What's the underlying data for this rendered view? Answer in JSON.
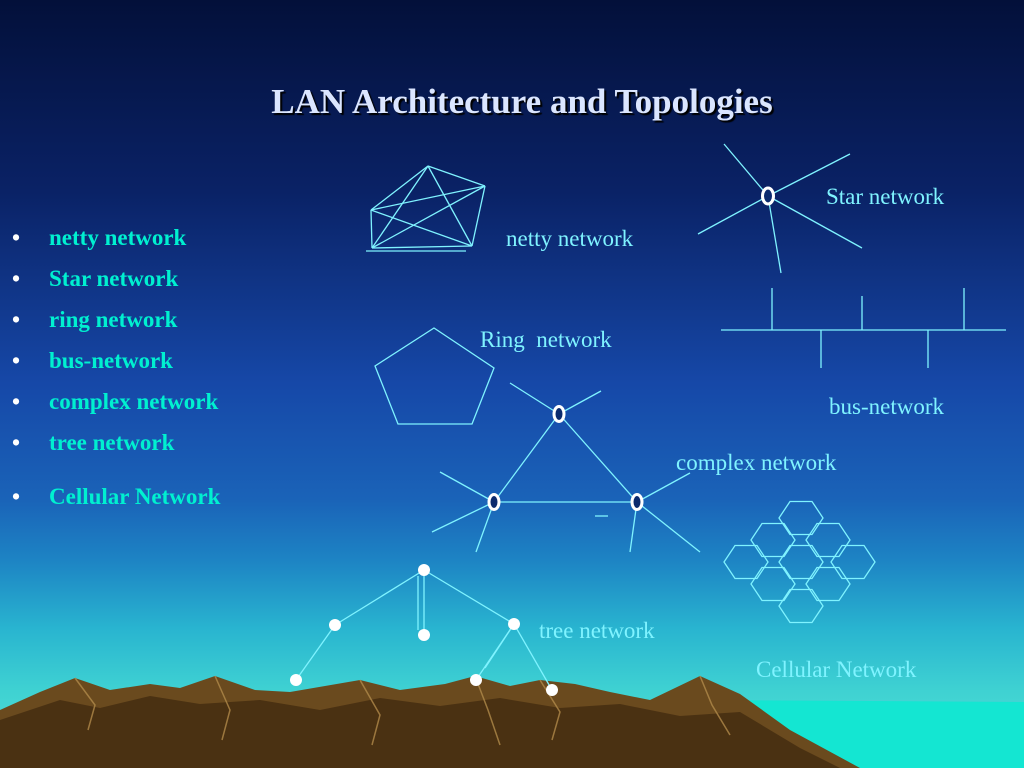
{
  "title": "LAN Architecture and Topologies",
  "bullets": [
    "netty network",
    "Star network",
    "ring network",
    "bus-network",
    "complex network",
    "tree network",
    "Cellular Network"
  ],
  "labels": {
    "netty": "netty network",
    "star": "Star network",
    "ring": "Ring  network",
    "bus": "bus-network",
    "complex": "complex network",
    "tree": "tree network",
    "cellular": "Cellular Network"
  },
  "colors": {
    "line": "#7ff3ff",
    "label": "#7ff3ff",
    "bullet_text": "#00f0d0",
    "title": "#dbe6ff",
    "mountain": "#6a4a1e",
    "sea": "#14e6d2"
  }
}
